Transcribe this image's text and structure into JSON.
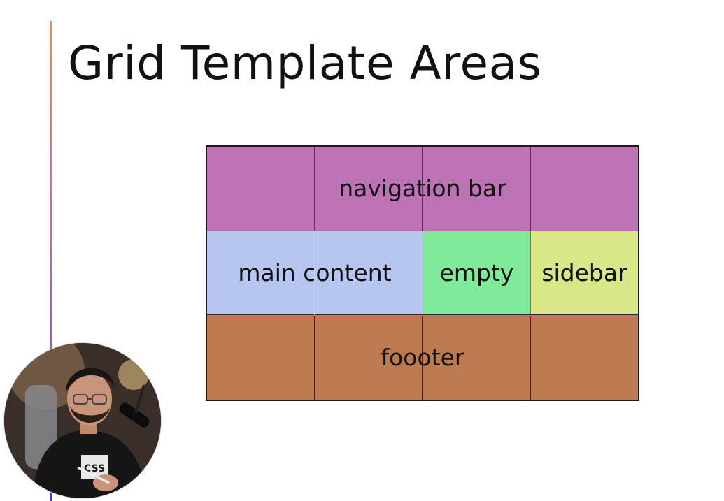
{
  "slide": {
    "title": "Grid Template Areas"
  },
  "grid": {
    "areas": [
      {
        "key": "nav",
        "label": "navigation bar",
        "color": "#be72b6"
      },
      {
        "key": "main",
        "label": "main content",
        "color": "#b6c6f0"
      },
      {
        "key": "empty",
        "label": "empty",
        "color": "#7eea9a"
      },
      {
        "key": "sidebar",
        "label": "sidebar",
        "color": "#dbe686"
      },
      {
        "key": "footer",
        "label": "foooter",
        "color": "#bd7a50"
      }
    ]
  },
  "colors": {
    "accent_top": "#e8884a",
    "accent_bottom": "#3a3ad0",
    "title_text": "#111111"
  },
  "webcam": {
    "shirt_text": "CSS"
  }
}
